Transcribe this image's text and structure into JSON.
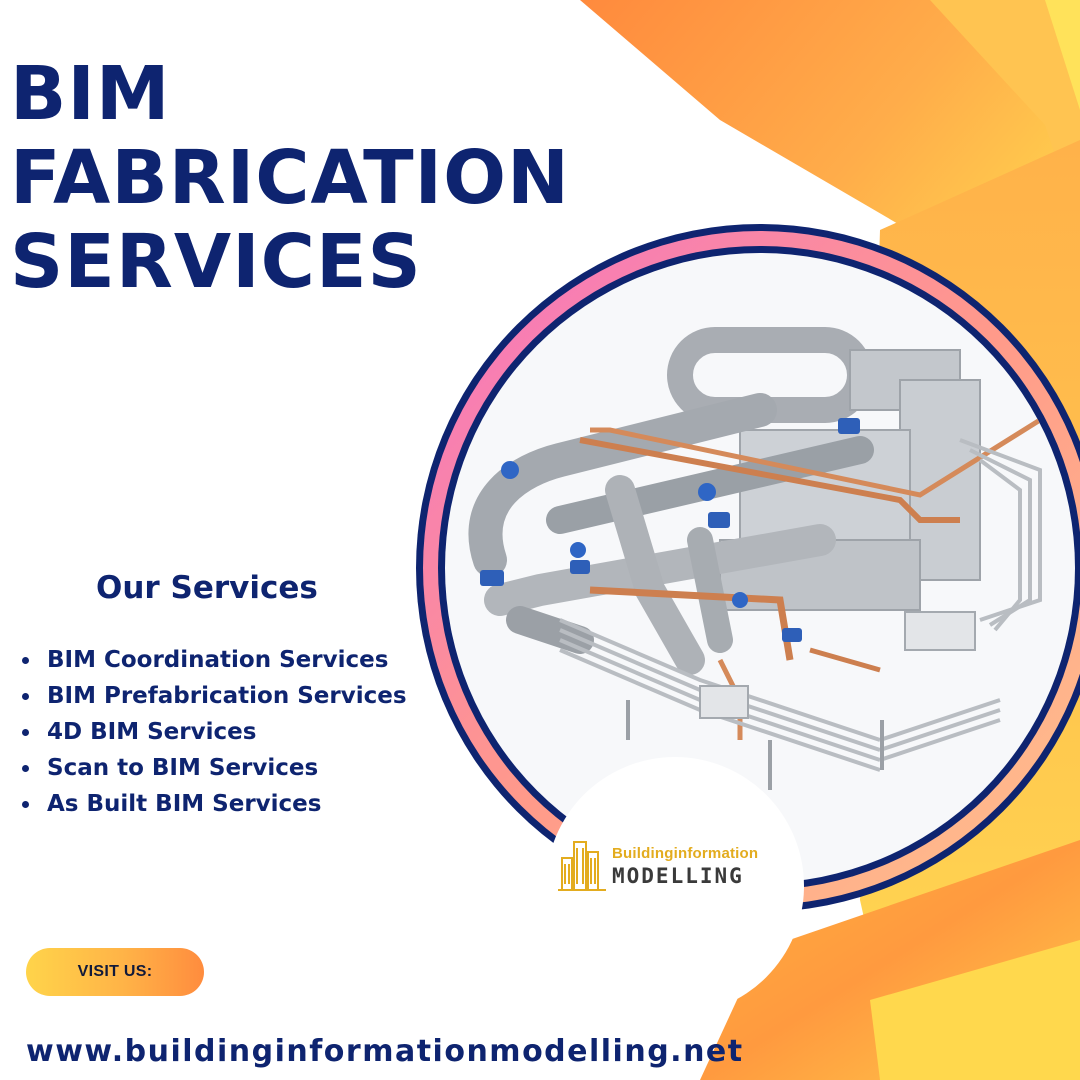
{
  "title": {
    "line1": "BIM",
    "line2": "FABRICATION",
    "line3": "SERVICES"
  },
  "services": {
    "heading": "Our Services",
    "items": [
      "BIM Coordination Services",
      "BIM Prefabrication Services",
      "4D BIM Services",
      "Scan to BIM Services",
      "As Built BIM Services"
    ]
  },
  "visit_button": {
    "label": "VISIT US:"
  },
  "website": "www.buildinginformationmodelling.net",
  "logo": {
    "line1": "Buildinginformation",
    "line2": "MODELLING"
  },
  "colors": {
    "navy": "#0e2470",
    "orange": "#ff8c45",
    "yellow": "#ffd84d",
    "pink": "#f26ab5"
  },
  "image": {
    "subject": "pipe-network-illustration"
  }
}
